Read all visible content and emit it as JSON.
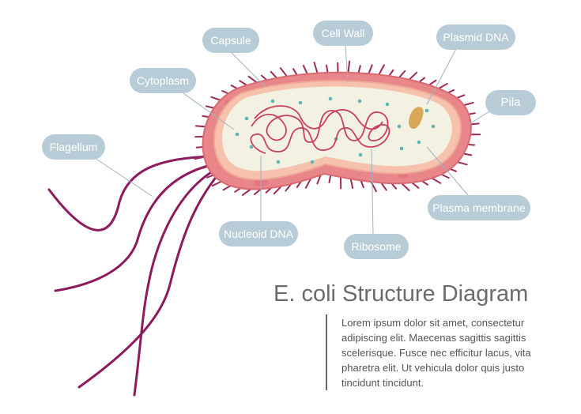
{
  "diagram": {
    "labels": {
      "capsule": "Capsule",
      "cell_wall": "Cell Wall",
      "plasmid_dna": "Plasmid DNA",
      "cytoplasm": "Cytoplasm",
      "pila": "Pila",
      "flagellum": "Flagellum",
      "plasma_membrane": "Plasma membrane",
      "nucleoid_dna": "Nucleoid DNA",
      "ribosome": "Ribosome"
    },
    "title": "E. coli Structure Diagram",
    "description": "Lorem ipsum dolor sit amet, consectetur adipiscing elit. Maecenas sagittis sagittis scelerisque. Fusce nec efficitur lacus, vita pharetra elit. Ut vehicula dolor quis justo tincidunt tincidunt."
  },
  "colors": {
    "label_fill": "#b8ccd8",
    "capsule_fill": "#e8868a",
    "cell_wall": "#f4b7a6",
    "cytoplasm": "#f3f1e2",
    "pili": "#9c2a58",
    "flagella": "#8e1a5e",
    "nucleoid": "#c9405e",
    "ribosome": "#5fb7b0",
    "plasmid": "#d8a858"
  }
}
